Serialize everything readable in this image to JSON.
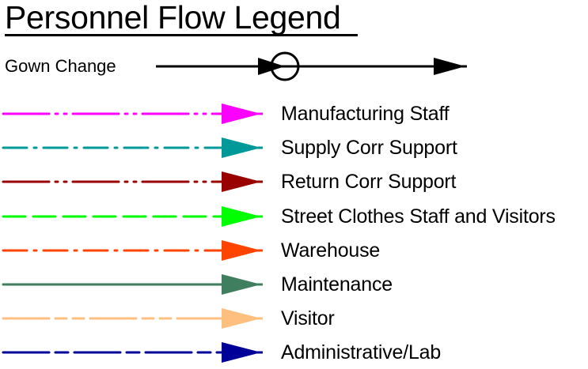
{
  "title": "Personnel Flow Legend",
  "gown_change": {
    "label": "Gown Change",
    "color": "#000000",
    "icon": "gown-change-circle-arrow-icon"
  },
  "legend_items": [
    {
      "label": "Manufacturing Staff",
      "color": "#ff00ff",
      "pattern": "dash-dot-dot"
    },
    {
      "label": "Supply Corr Support",
      "color": "#009999",
      "pattern": "dash-dot"
    },
    {
      "label": "Return Corr Support",
      "color": "#990000",
      "pattern": "dash-dot-dot"
    },
    {
      "label": "Street Clothes Staff and Visitors",
      "color": "#00ff00",
      "pattern": "dashed"
    },
    {
      "label": "Warehouse",
      "color": "#ff4400",
      "pattern": "dash-dot"
    },
    {
      "label": "Maintenance",
      "color": "#3f7f5f",
      "pattern": "solid"
    },
    {
      "label": "Visitor",
      "color": "#ffbf7f",
      "pattern": "long-short-short-dash"
    },
    {
      "label": "Administrative/Lab",
      "color": "#000099",
      "pattern": "long-short-dash"
    }
  ]
}
